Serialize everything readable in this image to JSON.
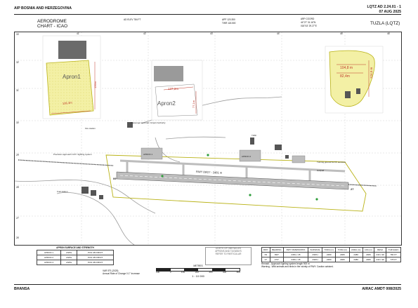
{
  "header": {
    "left": "AIP BOSNIA AND HERZEGOVINA",
    "right_code": "LQTZ AD 2.24.01 - 1",
    "right_date": "07 AUG 2025"
  },
  "chart_header": {
    "title_line1": "AERODROME",
    "title_line2": "CHART - ICAO",
    "elev": "AD ELEV 784 FT",
    "freq_line1": "APP 120.350",
    "freq_line2": "TWR 118.500",
    "coord_label": "ARP COORD",
    "coord_lat": "44°27' 31.16\"N",
    "coord_lon": "018°43' 29.27\"E",
    "location": "TUZLA (LQTZ)"
  },
  "aprons": {
    "apron1_label": "Apron1",
    "apron1_dim_a": "136m",
    "apron1_dim_b": "106,3m",
    "apron2_label": "Apron2",
    "apron2_dim_a": "137,2m",
    "apron2_dim_b": "77,1m",
    "east_dim_a": "104,8 m",
    "east_dim_b": "82,4m",
    "east_dim_c": "124,5 m"
  },
  "map_labels": {
    "runway": "RWY 09/27 - 2481 m",
    "apron1_mark": "APRON 1",
    "apron2_mark": "APRON 2",
    "fuel": "Fuel station",
    "passenger": "Passenger terminal / Airport Authority",
    "fire": "Fire station",
    "tower": "TWR",
    "lights": "Precision approach CAT I lighting system",
    "turning_east": "Turning ground for FF services",
    "helipad": "Helipad",
    "rwy_09": "09",
    "rwy_27": "27"
  },
  "lat_ticks": [
    "33'",
    "32'",
    "31'",
    "30'",
    "29'",
    "28'",
    "27'",
    "26'"
  ],
  "lon_ticks": [
    "41'",
    "42'",
    "43'",
    "44'",
    "45'",
    "46'"
  ],
  "apron_table": {
    "title": "APRON SURFACE AND STRENGTH",
    "rows": [
      [
        "APRON 1",
        "ASPH",
        "PCN 38 F/B/X/T"
      ],
      [
        "APRON 2",
        "ASPH",
        "PCN 38 F/B/X/T"
      ],
      [
        "APRON 3",
        "ASPH",
        "PCN 38 F/B/X/T"
      ]
    ]
  },
  "notes": {
    "center_line1": "LIGHTS OF OBSTACLES",
    "center_line2": "APRONS AND TAXIWAYS",
    "center_line3": "REFER TO PARTICULAR",
    "var_line1": "VAR 5°E (2025)",
    "var_line2": "Annual Rate of Change 0.1° Increase",
    "scale": "1 : 10 000",
    "scale_unit": "METRES",
    "scale_ticks": [
      "100",
      "0",
      "100",
      "200",
      "300",
      "400",
      "500"
    ]
  },
  "rwy_table": {
    "headers": [
      "RWY",
      "BEARING",
      "RWY DIMENSIONS",
      "SURFACE",
      "TORA (m)",
      "TODA (m)",
      "ASDA (m)",
      "LDA (m)",
      "RESA",
      "THR ELEV"
    ],
    "rows": [
      [
        "09",
        "090°",
        "2481 x 45",
        "ASPH",
        "2480",
        "2480",
        "2480",
        "2480",
        "240 x 90",
        "784 FT"
      ],
      [
        "27",
        "270°",
        "2481 x 45",
        "ASPH",
        "2480",
        "2480",
        "2480",
        "2480",
        "240 x 90",
        "778 FT"
      ]
    ],
    "remark1": "Remark - Approach lighting system length 900 m",
    "remark2": "Warning - Wild animals and birds in the vicinity of RWY. Caution advised."
  },
  "footer": {
    "left": "BHANSA",
    "right": "AIRAC AMDT 008/2025"
  },
  "colors": {
    "paved": "#bdbdbd",
    "apron_fill": "#f3f0a5",
    "boundary": "#b9b216",
    "dim": "#c0392b",
    "green": "#2e9d3a"
  }
}
